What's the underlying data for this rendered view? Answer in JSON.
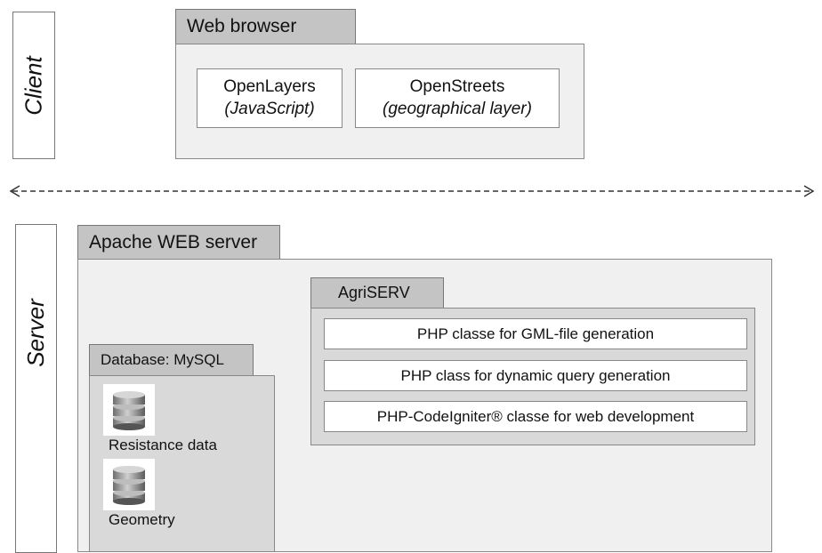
{
  "client": {
    "label": "Client",
    "web_browser": {
      "title": "Web browser",
      "openlayers": {
        "name": "OpenLayers",
        "detail": "(JavaScript)"
      },
      "openstreets": {
        "name": "OpenStreets",
        "detail": "(geographical layer)"
      }
    }
  },
  "server": {
    "label": "Server",
    "apache": {
      "title": "Apache WEB server"
    },
    "database": {
      "title": "Database: MySQL",
      "items": [
        {
          "label": "Resistance data",
          "icon": "database-icon"
        },
        {
          "label": "Geometry",
          "icon": "database-icon"
        }
      ]
    },
    "agriserv": {
      "title": "AgriSERV",
      "rows": [
        "PHP classe for GML-file generation",
        "PHP class for dynamic query generation",
        "PHP-CodeIgniter® classe for web development"
      ]
    }
  }
}
